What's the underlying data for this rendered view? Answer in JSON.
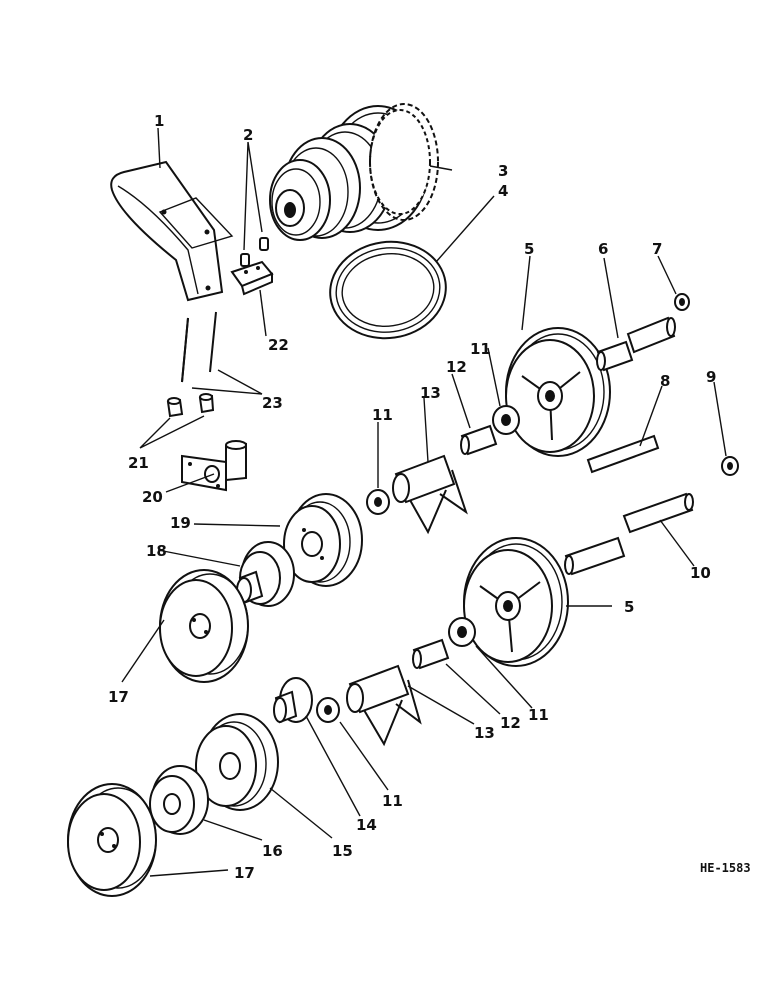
{
  "callouts": {
    "c1": "1",
    "c2": "2",
    "c3": "3",
    "c4": "4",
    "c5_upper": "5",
    "c5_lower": "5",
    "c6": "6",
    "c7": "7",
    "c8": "8",
    "c9": "9",
    "c10": "10",
    "c11_a": "11",
    "c11_b": "11",
    "c11_c": "11",
    "c11_d": "11",
    "c12_upper": "12",
    "c12_lower": "12",
    "c13_upper": "13",
    "c13_lower": "13",
    "c14": "14",
    "c15": "15",
    "c16": "16",
    "c17_upper": "17",
    "c17_lower": "17",
    "c18": "18",
    "c19": "19",
    "c20": "20",
    "c21": "21",
    "c22": "22",
    "c23": "23"
  },
  "drawing": {
    "code": "HE-1583"
  }
}
